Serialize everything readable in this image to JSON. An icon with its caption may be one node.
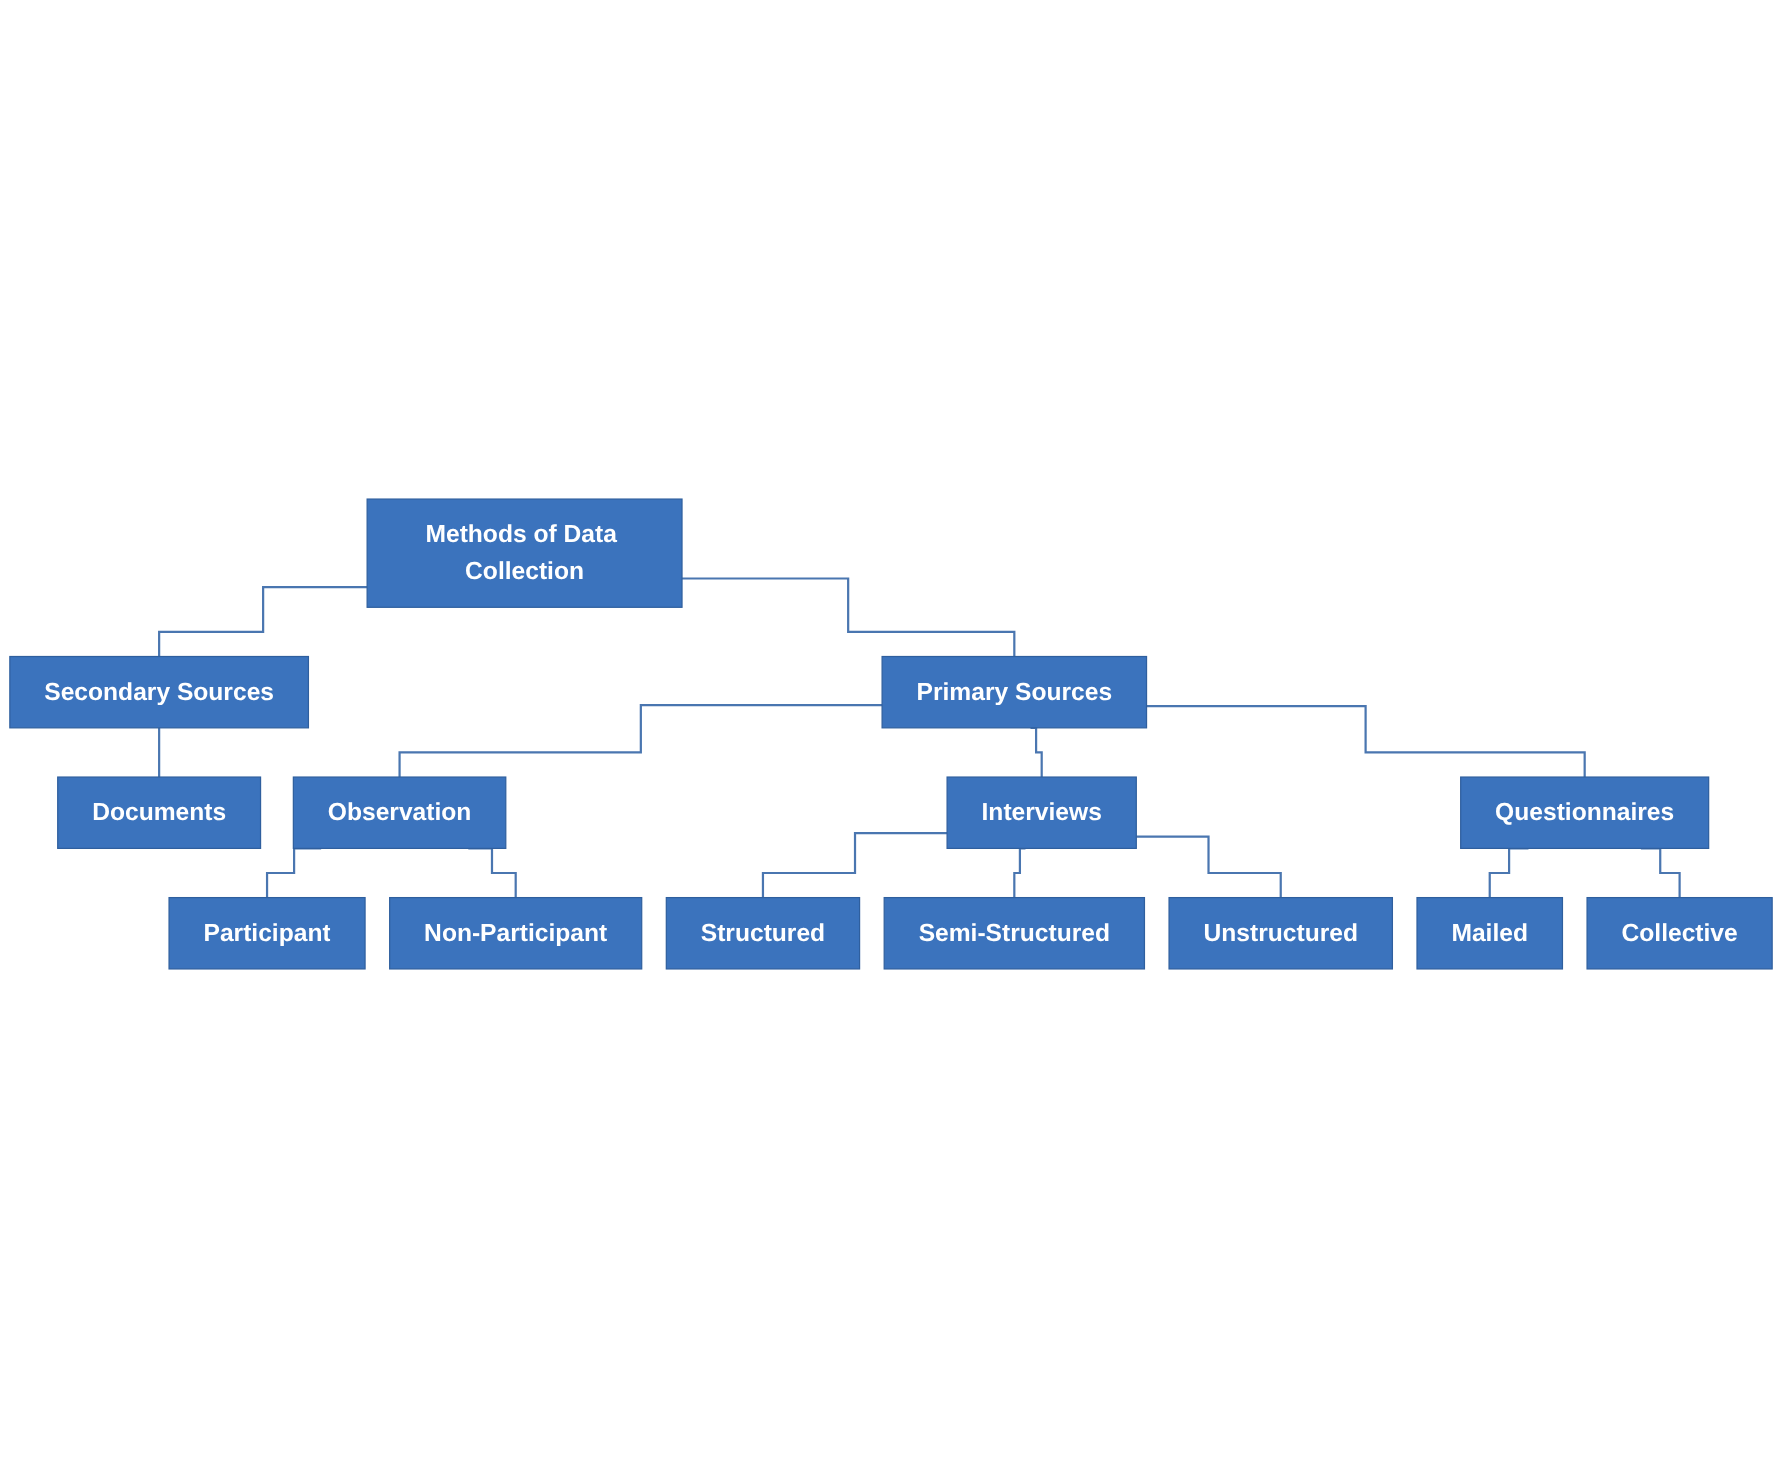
{
  "diagram": {
    "nodes": [
      {
        "text": [
          "Methods of Data Collection"
        ]
      },
      {
        "text": [
          "Secondary Sources"
        ]
      },
      {
        "text": [
          "Primary Sources"
        ]
      },
      {
        "text": [
          "Documents"
        ]
      },
      {
        "text": [
          "Observation"
        ]
      },
      {
        "text": [
          "Interviews"
        ]
      },
      {
        "text": [
          "Questionnaires"
        ]
      },
      {
        "text": [
          "Participant"
        ]
      },
      {
        "text": [
          "Non-Participant"
        ]
      },
      {
        "text": [
          "Structured"
        ]
      },
      {
        "text": [
          "Semi-Structured"
        ]
      },
      {
        "text": [
          "Unstructured"
        ]
      },
      {
        "text": [
          "Mailed"
        ]
      },
      {
        "text": [
          "Collective"
        ]
      }
    ],
    "edges": [
      {
        "from": 0,
        "to": 1,
        "arrow": "none"
      },
      {
        "from": 0,
        "to": 2,
        "arrow": "none"
      },
      {
        "from": 1,
        "to": 3,
        "arrow": "none"
      },
      {
        "from": 2,
        "to": 4,
        "arrow": "none"
      },
      {
        "from": 2,
        "to": 5,
        "arrow": "none"
      },
      {
        "from": 2,
        "to": 6,
        "arrow": "none"
      },
      {
        "from": 4,
        "to": 7,
        "arrow": "none"
      },
      {
        "from": 4,
        "to": 8,
        "arrow": "none"
      },
      {
        "from": 5,
        "to": 9,
        "arrow": "none"
      },
      {
        "from": 5,
        "to": 10,
        "arrow": "none"
      },
      {
        "from": 5,
        "to": 11,
        "arrow": "none"
      },
      {
        "from": 6,
        "to": 12,
        "arrow": "none"
      },
      {
        "from": 6,
        "to": 13,
        "arrow": "none"
      }
    ]
  }
}
